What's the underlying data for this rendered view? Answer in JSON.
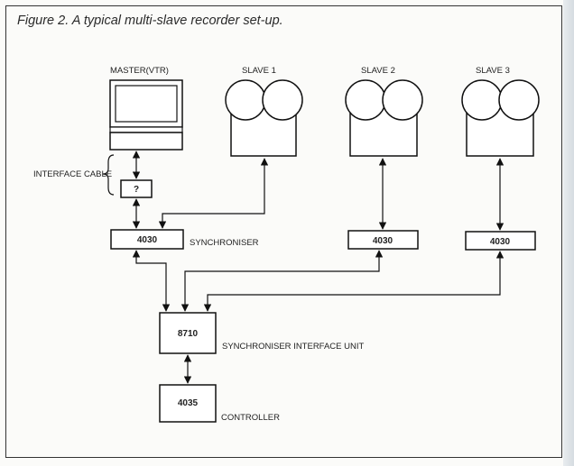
{
  "caption": "Figure 2. A typical multi-slave recorder set-up.",
  "labels": {
    "master": "MASTER(VTR)",
    "slave1": "SLAVE 1",
    "slave2": "SLAVE 2",
    "slave3": "SLAVE 3",
    "interface_cable": "INTERFACE CABLE",
    "synchroniser": "SYNCHRONISER",
    "synchroniser_interface_unit": "SYNCHRONISER INTERFACE UNIT",
    "controller": "CONTROLLER"
  },
  "boxes": {
    "unknown_box": "?",
    "sync_master": "4030",
    "sync_slave2": "4030",
    "sync_slave3": "4030",
    "interface_unit": "8710",
    "controller_unit": "4035"
  }
}
